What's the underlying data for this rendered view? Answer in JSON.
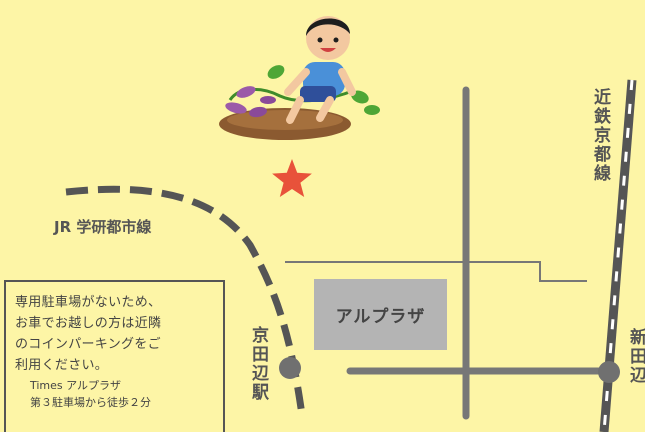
{
  "labels": {
    "jr_line": "JR 学研都市線",
    "kintetsu_line": "近鉄京都線",
    "kintetsu_station_partial": "新田辺",
    "kyotanabe_station": "京田辺駅",
    "alplaza": "アルプラザ"
  },
  "note": {
    "lines": [
      "専用駐車場がないため、",
      "お車でお越しの方は近隣",
      "のコインパーキングをご",
      "利用ください。"
    ],
    "sub_lines": [
      "Times アルプラザ",
      "第３駐車場から徒歩２分"
    ]
  },
  "colors": {
    "background": "#fdf5a6",
    "road": "#777777",
    "rail": "#555555",
    "star": "#e8523a",
    "building": "#b4b4b4"
  },
  "icons": {
    "illustration": "boy-pulling-sweet-potato-icon",
    "destination": "star-marker-icon"
  }
}
